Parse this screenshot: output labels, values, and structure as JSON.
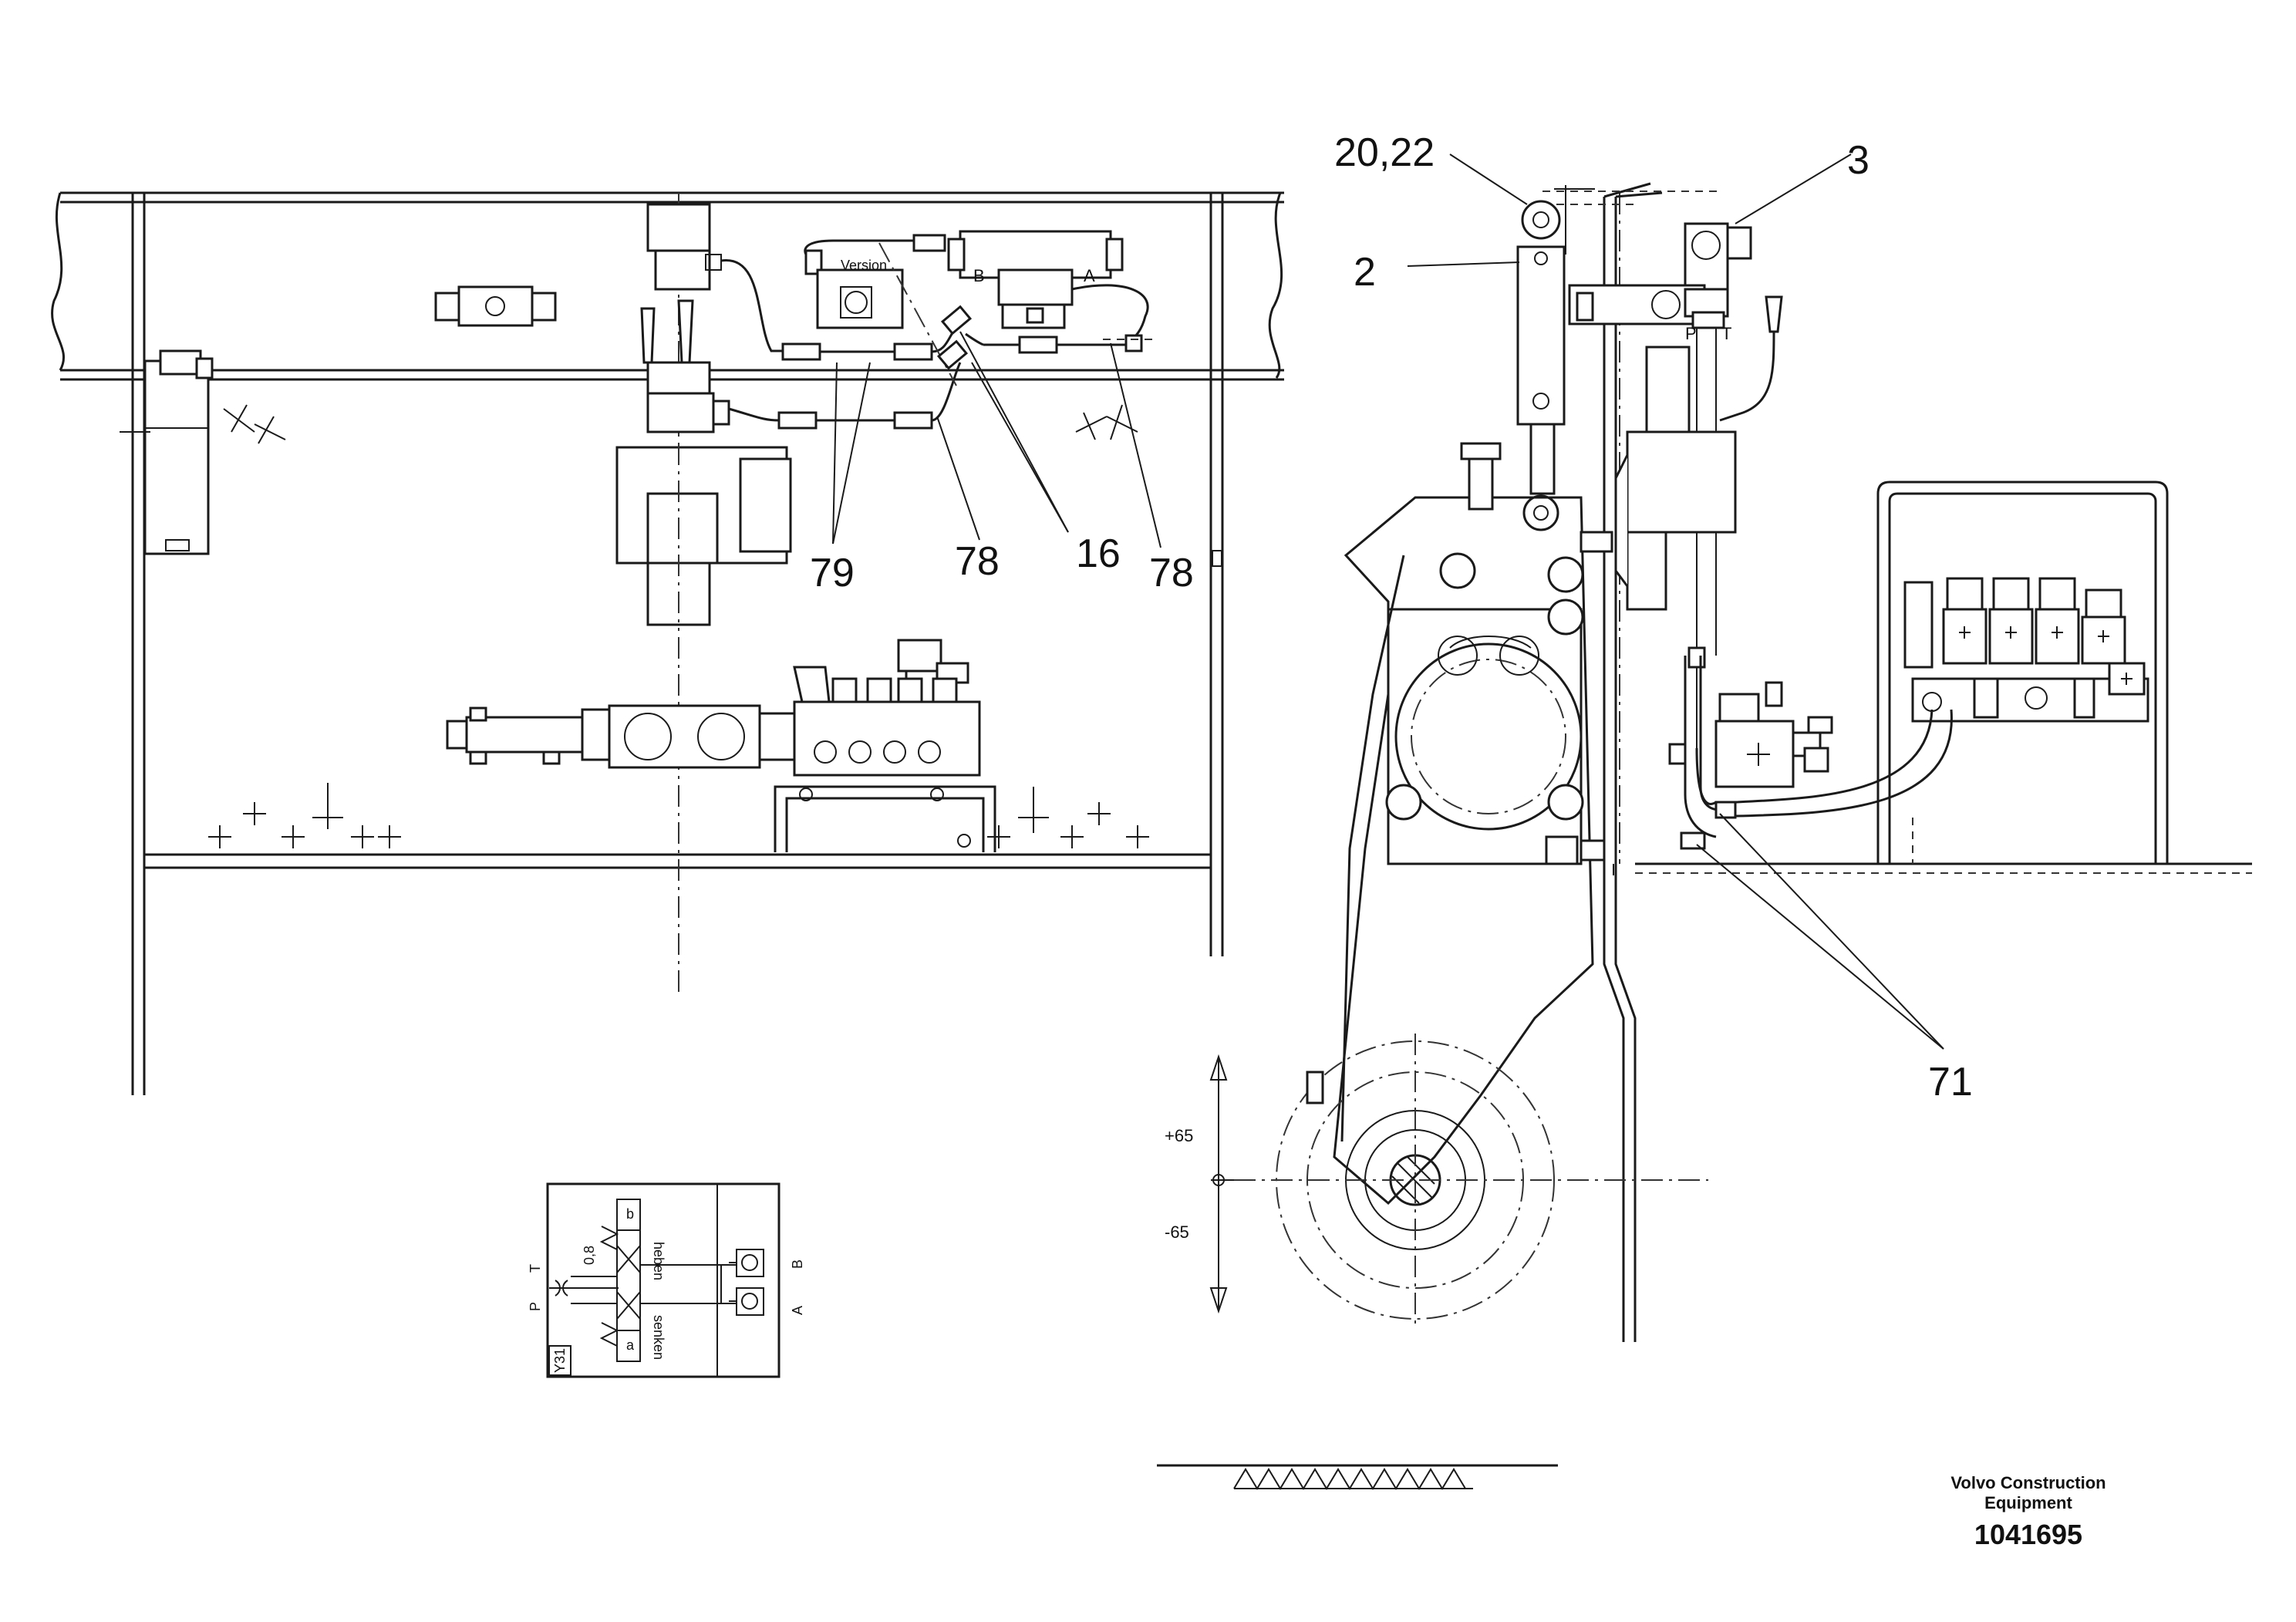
{
  "callouts": {
    "c79": "79",
    "c78a": "78",
    "c16": "16",
    "c78b": "78",
    "c2022": "20,22",
    "c2": "2",
    "c3": "3",
    "c71": "71"
  },
  "labels": {
    "version": "Version",
    "port_b_top": "B",
    "port_a_top": "A",
    "port_p": "P",
    "port_t": "T",
    "dim_plus": "+65",
    "dim_minus": "-65"
  },
  "schematic": {
    "p": "P",
    "t": "T",
    "a": "A",
    "b": "B",
    "orifice": "0,8",
    "heben": "heben",
    "senken": "senken",
    "coil": "Y31",
    "b_mark": "b",
    "a_mark": "a"
  },
  "footer": {
    "company_line1": "Volvo Construction",
    "company_line2": "Equipment",
    "doc_number": "1041695"
  }
}
